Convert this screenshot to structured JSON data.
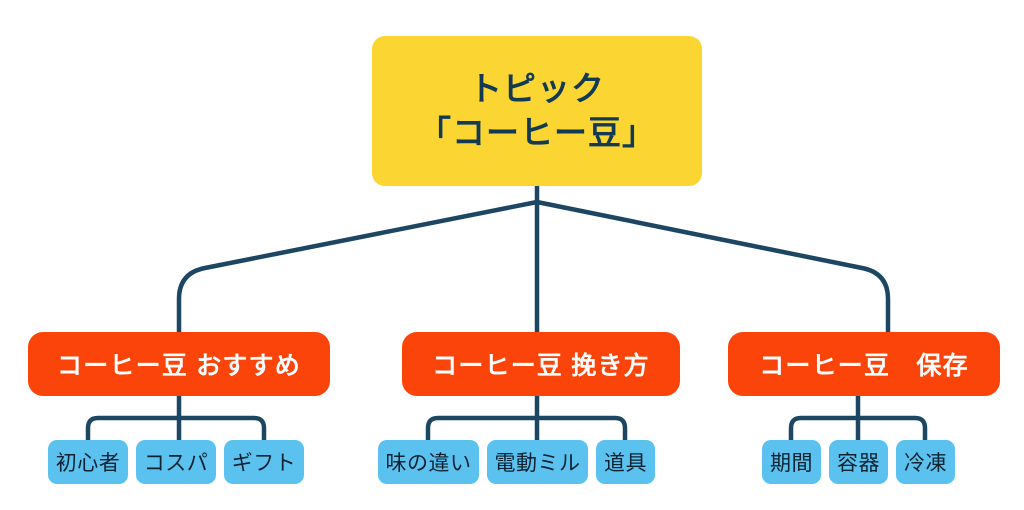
{
  "diagram": {
    "type": "tree-mindmap",
    "orientation": "top-down",
    "colors": {
      "root_fill": "#FBD633",
      "root_text": "#123A52",
      "branch_fill": "#FA4409",
      "branch_text": "#FFFFFF",
      "leaf_fill": "#5BC2F0",
      "leaf_text": "#0E2230",
      "connector": "#1D4662",
      "background": "#FFFFFF"
    },
    "root": {
      "line1": "トピック",
      "line2": "「コーヒー豆」"
    },
    "branches": [
      {
        "label": "コーヒー豆 おすすめ",
        "leaves": [
          {
            "label": "初心者"
          },
          {
            "label": "コスパ"
          },
          {
            "label": "ギフト"
          }
        ]
      },
      {
        "label": "コーヒー豆 挽き方",
        "leaves": [
          {
            "label": "味の違い"
          },
          {
            "label": "電動ミル"
          },
          {
            "label": "道具"
          }
        ]
      },
      {
        "label": "コーヒー豆　保存",
        "leaves": [
          {
            "label": "期間"
          },
          {
            "label": "容器"
          },
          {
            "label": "冷凍"
          }
        ]
      }
    ]
  }
}
